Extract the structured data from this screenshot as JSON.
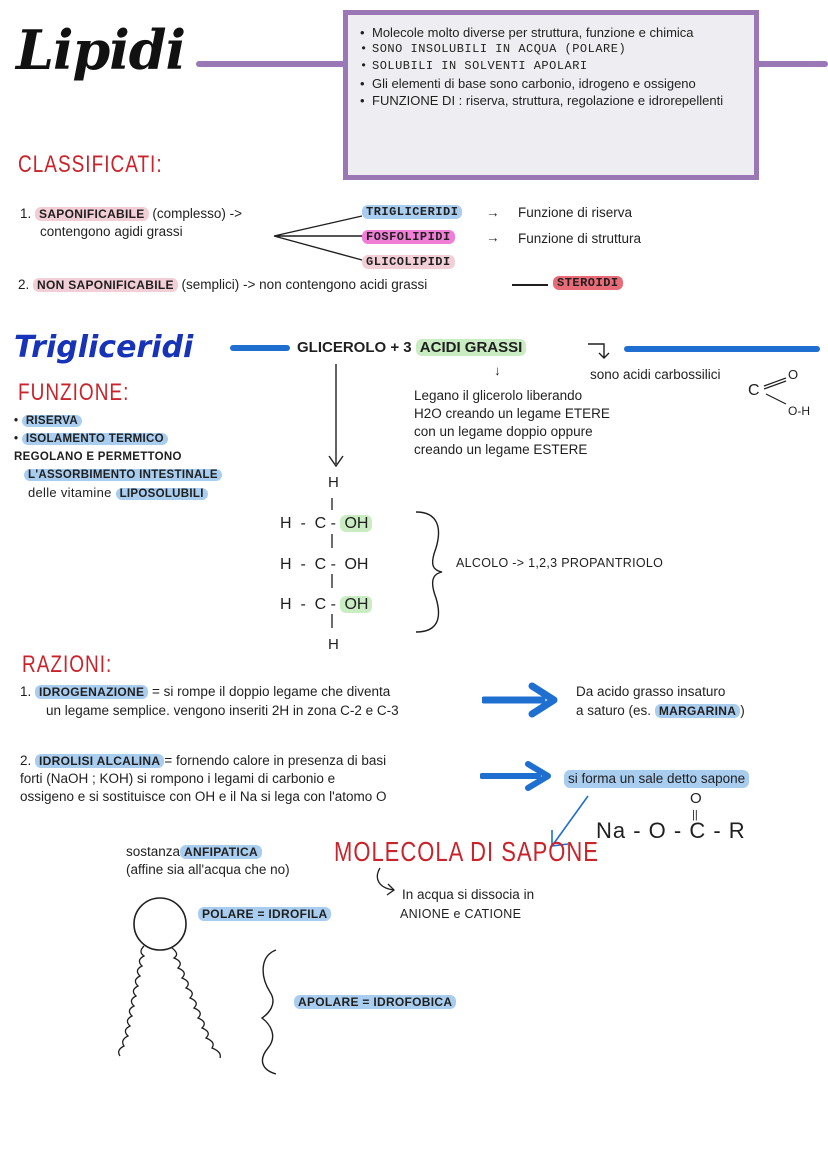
{
  "title": "Lipidi",
  "intro_box": [
    "Molecole molto diverse per struttura, funzione e chimica",
    "SONO INSOLUBILI IN ACQUA (POLARE)",
    "SOLUBILI IN SOLVENTI APOLARI",
    "Gli elementi di base sono carbonio, idrogeno e ossigeno",
    "FUNZIONE DI : riserva, struttura, regolazione e idrorepellenti"
  ],
  "classificati": {
    "heading": "CLASSIFICATI:",
    "saponificabile_num": "1.",
    "saponificabile_tag": "SAPONIFICABILE",
    "saponificabile_rest": "(complesso) ->",
    "saponificabile_line2": "contengono agidi grassi",
    "trigliceridi": "TRIGLICERIDI",
    "trigliceridi_fn": "Funzione di riserva",
    "fosfolipidi": "FOSFOLIPIDI",
    "fosfolipidi_fn": "Funzione di struttura",
    "glicolipidi": "GLICOLIPIDI",
    "non_sap_num": "2.",
    "non_sap_tag": "NON SAPONIFICABILE",
    "non_sap_rest": "(semplici) -> non contengono acidi grassi",
    "steroidi": "STEROIDI"
  },
  "trigliceridi_section": {
    "heading": "Trigliceridi",
    "formula_a": "GLICEROLO + 3",
    "formula_b": "ACIDI GRASSI",
    "acidi_note": "sono acidi carbossilici",
    "legano_lines": [
      "Legano il glicerolo liberando",
      "H2O creando un legame ETERE",
      "con un legame doppio oppure",
      "creando un legame ESTERE"
    ],
    "cooh_c": "C",
    "cooh_o": "O",
    "cooh_oh": "O-H",
    "funzione_heading": "FUNZIONE:",
    "funzione_1": "RISERVA",
    "funzione_2": "ISOLAMENTO TERMICO",
    "funzione_3a": "REGOLANO E PERMETTONO",
    "funzione_3b": "L'ASSORBIMENTO INTESTINALE",
    "funzione_3c": "delle vitamine",
    "funzione_3d": "LIPOSOLUBILI",
    "glycerol": {
      "h_top": "H",
      "h_bottom": "H",
      "row_h": "H",
      "row_c": "C",
      "row_oh": "OH"
    },
    "alcolo": "ALCOLO -> 1,2,3 PROPANTRIOLO"
  },
  "reazioni": {
    "heading": "RAZIONI:",
    "r1_num": "1.",
    "r1_tag": "IDROGENAZIONE",
    "r1_rest": "= si rompe il doppio legame che diventa",
    "r1_line2": "un legame semplice. vengono inseriti 2H in zona C-2 e C-3",
    "r1_result_1": "Da acido grasso insaturo",
    "r1_result_2a": "a saturo (es.",
    "r1_result_2b": "MARGARINA",
    "r1_result_2c": ")",
    "r2_num": "2.",
    "r2_tag": "IDROLISI ALCALINA",
    "r2_rest": "= fornendo calore in presenza di basi",
    "r2_line2": "forti (NaOH ; KOH) si rompono i legami di carbonio e",
    "r2_line3": "ossigeno e si sostituisce con OH e il Na si lega con l'atomo O",
    "r2_result": "si forma un sale detto sapone"
  },
  "sapone": {
    "heading": "MOLECOLA DI SAPONE",
    "formula": "Na - O - C - R",
    "formula_o": "O",
    "formula_dbl": "||",
    "anfipatica_a": "sostanza",
    "anfipatica_b": "ANFIPATICA",
    "anfipatica_c": "(affine sia all'acqua che no)",
    "dissocia_1": "In acqua si dissocia in",
    "dissocia_2": "ANIONE e CATIONE",
    "polare": "POLARE = IDROFILA",
    "apolare": "APOLARE = IDROFOBICA"
  },
  "colors": {
    "purple_box": "#9a78b6",
    "red_heading": "#c8242b",
    "blue_heading": "#1733b8",
    "arrow_blue": "#1f6fd0",
    "highlight_blue": "#a9cdef",
    "highlight_pink": "#f2cfd6",
    "highlight_magenta": "#f07ed6",
    "highlight_green": "#c9ecc2",
    "highlight_red": "#e86b77"
  }
}
